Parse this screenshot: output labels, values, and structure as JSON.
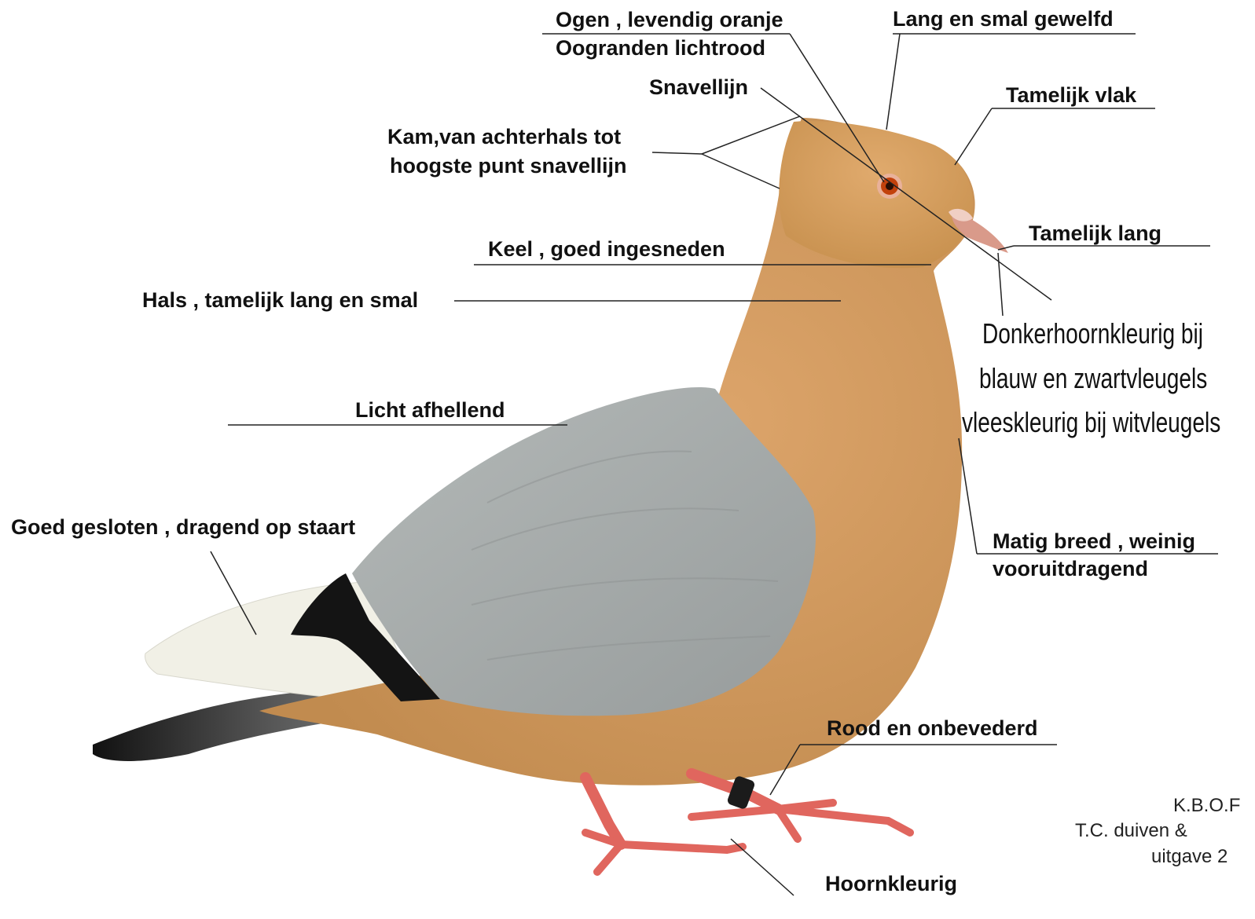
{
  "labels": {
    "ogen": "Ogen , levendig oranje",
    "oogranden": "Oogranden lichtrood",
    "lang_smal": "Lang en smal gewelfd",
    "snavellijn": "Snavellijn",
    "tamelijk_vlak": "Tamelijk vlak",
    "kam_line1": "Kam,van achterhals tot",
    "kam_line2": "hoogste punt snavellijn",
    "tamelijk_lang": "Tamelijk lang",
    "keel": "Keel , goed ingesneden",
    "hals": "Hals , tamelijk lang en smal",
    "snavel_line1": "Donkerhoornkleurig bij",
    "snavel_line2": "blauw en zwartvleugels",
    "snavel_line3": "vleeskleurig bij witvleugels",
    "licht": "Licht afhellend",
    "goed": "Goed gesloten , dragend op staart",
    "matig_line1": "Matig breed , weinig",
    "matig_line2": "vooruitdragend",
    "rood": "Rood en onbevederd",
    "hoorn": "Hoornkleurig"
  },
  "credit": {
    "line1": "K.B.O.F",
    "line2": "T.C. duiven &",
    "line3": "uitgave 2"
  },
  "colors": {
    "body": "#d19a5c",
    "head": "#d9a162",
    "wing": "#a3a8a8",
    "tail_white": "#f1f0e6",
    "tail_dark": "#2a2a2a",
    "feet": "#e0665e",
    "eye": "#c2410c"
  }
}
